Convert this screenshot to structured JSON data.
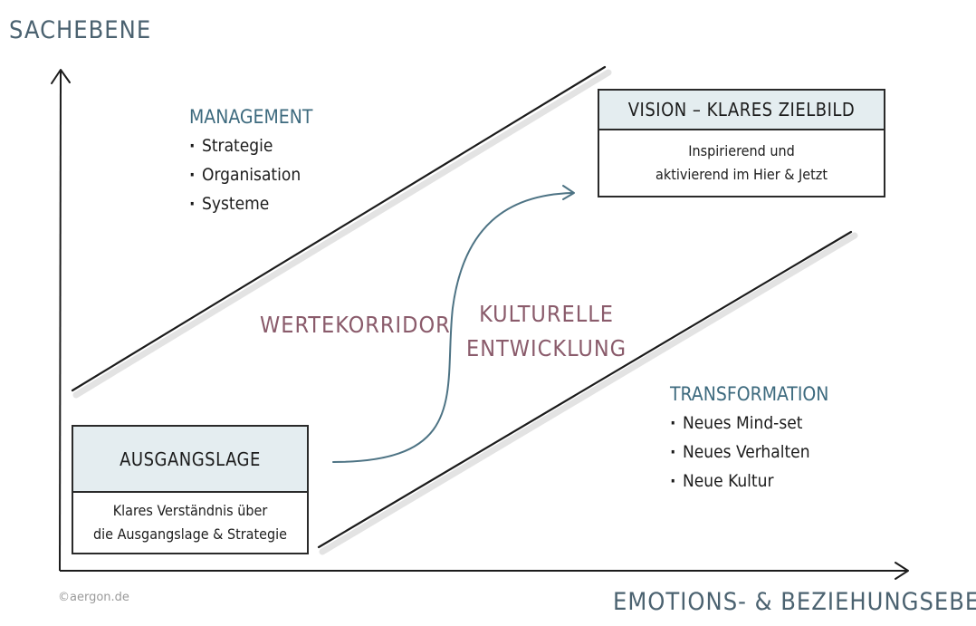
{
  "axes": {
    "y_label": "SACHEBENE",
    "x_label": "EMOTIONS- & BEZIEHUNGSEBENE"
  },
  "management": {
    "title": "MANAGEMENT",
    "items": [
      "Strategie",
      "Organisation",
      "Systeme"
    ]
  },
  "transformation": {
    "title": "TRANSFORMATION",
    "items": [
      "Neues Mind-set",
      "Neues Verhalten",
      "Neue Kultur"
    ]
  },
  "corridor_label": "WERTEKORRIDOR",
  "development_label": [
    "KULTURELLE",
    "ENTWICKLUNG"
  ],
  "vision_box": {
    "title": "VISION – KLARES ZIELBILD",
    "body": [
      "Inspirierend und",
      "aktivierend im Hier & Jetzt"
    ]
  },
  "start_box": {
    "title": "AUSGANGSLAGE",
    "body": [
      "Klares Verständnis über",
      "die Ausgangslage & Strategie"
    ]
  },
  "copyright": "©aergon.de",
  "colors": {
    "axis_label": "#4b6270",
    "heading": "#3d6a7e",
    "accent": "#8a5b6b",
    "arrow": "#4d7384",
    "box_header": "#e4edf0",
    "line": "#1c1c1c"
  }
}
